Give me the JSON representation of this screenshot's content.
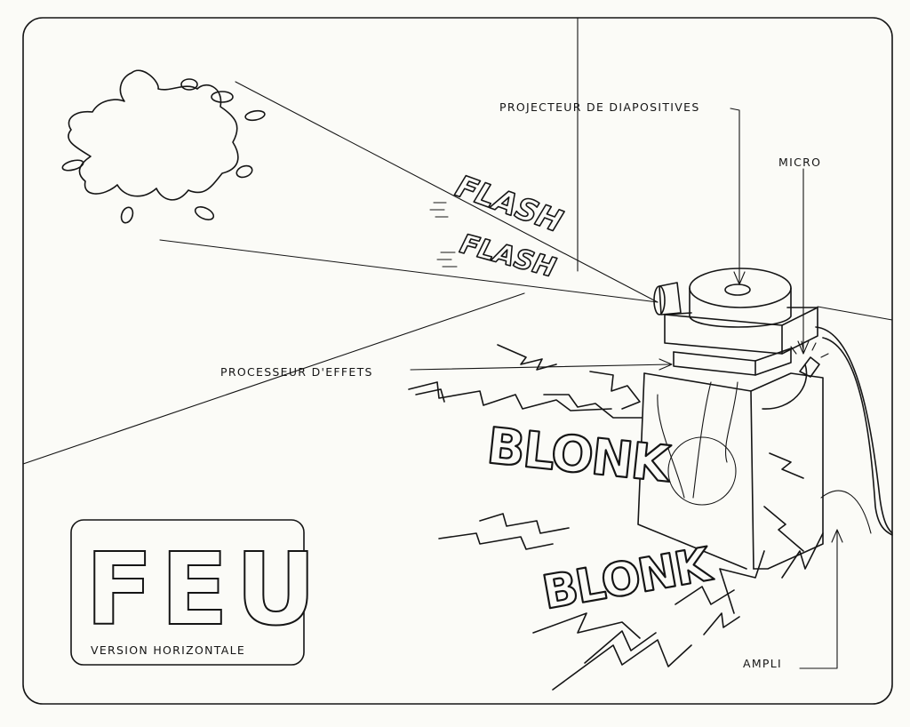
{
  "title_box": {
    "title": "FEU",
    "subtitle": "VERSION HORIZONTALE"
  },
  "labels": {
    "projector": "PROJECTEUR DE DIAPOSITIVES",
    "micro": "MICRO",
    "effects_processor": "PROCESSEUR D'EFFETS",
    "amp": "AMPLI"
  },
  "sound_effects": {
    "flash_1": "FLASH",
    "flash_2": "FLASH",
    "blonk_1": "BLONK",
    "blonk_2": "BLONK"
  },
  "icons": [
    "splash-icon",
    "slide-projector-icon",
    "microphone-icon",
    "effects-processor-icon",
    "amplifier-icon",
    "lightning-icon"
  ]
}
